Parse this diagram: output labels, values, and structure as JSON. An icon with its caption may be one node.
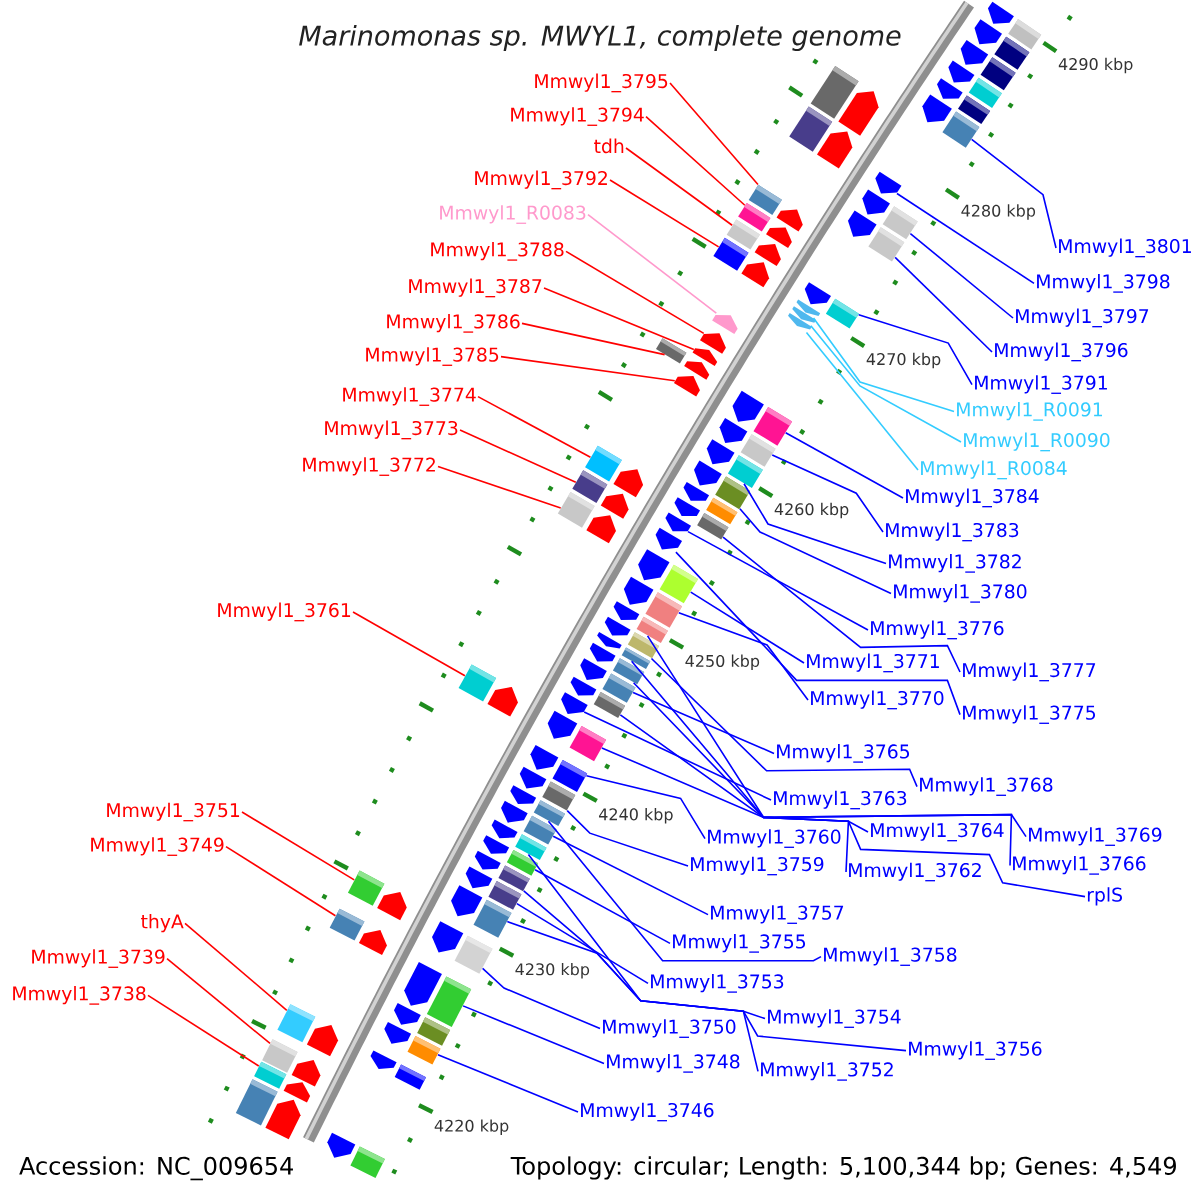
{
  "diagram": {
    "title": "Marinomonas sp. MWYL1, complete genome",
    "nodes": [
      {
        "text": [
          "Mmwyl1_3795"
        ]
      },
      {
        "text": [
          "Mmwyl1_3794"
        ]
      },
      {
        "text": [
          "tdh"
        ]
      },
      {
        "text": [
          "Mmwyl1_3792"
        ]
      },
      {
        "text": [
          "Mmwyl1_R0083"
        ]
      },
      {
        "text": [
          "Mmwyl1_3788"
        ]
      },
      {
        "text": [
          "Mmwyl1_3787"
        ]
      },
      {
        "text": [
          "Mmwyl1_3786"
        ]
      },
      {
        "text": [
          "Mmwyl1_3785"
        ]
      },
      {
        "text": [
          "Mmwyl1_3774"
        ]
      },
      {
        "text": [
          "Mmwyl1_3773"
        ]
      },
      {
        "text": [
          "Mmwyl1_3772"
        ]
      },
      {
        "text": [
          "Mmwyl1_3761"
        ]
      },
      {
        "text": [
          "Mmwyl1_3751"
        ]
      },
      {
        "text": [
          "Mmwyl1_3749"
        ]
      },
      {
        "text": [
          "thyA"
        ]
      },
      {
        "text": [
          "Mmwyl1_3739"
        ]
      },
      {
        "text": [
          "Mmwyl1_3738"
        ]
      },
      {
        "text": [
          "Mmwyl1_3801"
        ]
      },
      {
        "text": [
          "Mmwyl1_3798"
        ]
      },
      {
        "text": [
          "Mmwyl1_3797"
        ]
      },
      {
        "text": [
          "Mmwyl1_3796"
        ]
      },
      {
        "text": [
          "Mmwyl1_3791"
        ]
      },
      {
        "text": [
          "Mmwyl1_R0091"
        ]
      },
      {
        "text": [
          "Mmwyl1_R0090"
        ]
      },
      {
        "text": [
          "Mmwyl1_R0084"
        ]
      },
      {
        "text": [
          "Mmwyl1_3784"
        ]
      },
      {
        "text": [
          "Mmwyl1_3783"
        ]
      },
      {
        "text": [
          "Mmwyl1_3782"
        ]
      },
      {
        "text": [
          "Mmwyl1_3780"
        ]
      },
      {
        "text": [
          "Mmwyl1_3776"
        ]
      },
      {
        "text": [
          "Mmwyl1_3777"
        ]
      },
      {
        "text": [
          "Mmwyl1_3771"
        ]
      },
      {
        "text": [
          "Mmwyl1_3770"
        ]
      },
      {
        "text": [
          "Mmwyl1_3775"
        ]
      },
      {
        "text": [
          "Mmwyl1_3765"
        ]
      },
      {
        "text": [
          "Mmwyl1_3768"
        ]
      },
      {
        "text": [
          "Mmwyl1_3769"
        ]
      },
      {
        "text": [
          "Mmwyl1_3763"
        ]
      },
      {
        "text": [
          "Mmwyl1_3764"
        ]
      },
      {
        "text": [
          "Mmwyl1_3766"
        ]
      },
      {
        "text": [
          "rplS"
        ]
      },
      {
        "text": [
          "Mmwyl1_3760"
        ]
      },
      {
        "text": [
          "Mmwyl1_3762"
        ]
      },
      {
        "text": [
          "Mmwyl1_3759"
        ]
      },
      {
        "text": [
          "Mmwyl1_3757"
        ]
      },
      {
        "text": [
          "Mmwyl1_3755"
        ]
      },
      {
        "text": [
          "Mmwyl1_3758"
        ]
      },
      {
        "text": [
          "Mmwyl1_3753"
        ]
      },
      {
        "text": [
          "Mmwyl1_3754"
        ]
      },
      {
        "text": [
          "Mmwyl1_3756"
        ]
      },
      {
        "text": [
          "Mmwyl1_3750"
        ]
      },
      {
        "text": [
          "Mmwyl1_3748"
        ]
      },
      {
        "text": [
          "Mmwyl1_3752"
        ]
      },
      {
        "text": [
          "Mmwyl1_3746"
        ]
      },
      {
        "text": [],
        "shape": "arrow"
      },
      {
        "text": [],
        "shape": "arrow"
      },
      {
        "text": [],
        "shape": "arrow"
      },
      {
        "text": [],
        "shape": "arrow"
      },
      {
        "text": [],
        "shape": "arrow"
      },
      {
        "text": [],
        "shape": "arrow"
      },
      {
        "text": [],
        "shape": "arrow"
      },
      {
        "text": [],
        "shape": "arrow"
      },
      {
        "text": [],
        "shape": "arrow"
      },
      {
        "text": [],
        "shape": "arrow"
      },
      {
        "text": [],
        "shape": "arrow"
      },
      {
        "text": [],
        "shape": "arrow"
      },
      {
        "text": [],
        "shape": "arrow"
      },
      {
        "text": [],
        "shape": "arrow"
      },
      {
        "text": [],
        "shape": "arrow"
      },
      {
        "text": [],
        "shape": "arrow"
      },
      {
        "text": [],
        "shape": "arrow"
      },
      {
        "text": [],
        "shape": "arrow"
      },
      {
        "text": [],
        "shape": "arrow"
      },
      {
        "text": [],
        "shape": "arrow"
      },
      {
        "text": [],
        "shape": "arrow"
      },
      {
        "text": [],
        "shape": "arrow"
      },
      {
        "text": [],
        "shape": "arrow"
      },
      {
        "text": [],
        "shape": "arrow"
      },
      {
        "text": [],
        "shape": "arrow"
      },
      {
        "text": [],
        "shape": "arrow"
      },
      {
        "text": [],
        "shape": "arrow"
      },
      {
        "text": [],
        "shape": "arrow"
      },
      {
        "text": [],
        "shape": "arrow"
      },
      {
        "text": [],
        "shape": "arrow"
      },
      {
        "text": [],
        "shape": "arrow"
      },
      {
        "text": [],
        "shape": "arrow"
      },
      {
        "text": [],
        "shape": "arrow"
      },
      {
        "text": [],
        "shape": "arrow"
      },
      {
        "text": [],
        "shape": "arrow"
      },
      {
        "text": [],
        "shape": "arrow"
      },
      {
        "text": [],
        "shape": "arrow"
      },
      {
        "text": [],
        "shape": "arrow"
      },
      {
        "text": [],
        "shape": "arrow"
      },
      {
        "text": [],
        "shape": "arrow"
      },
      {
        "text": [],
        "shape": "arrow"
      },
      {
        "text": [],
        "shape": "arrow"
      },
      {
        "text": [],
        "shape": "arrow"
      },
      {
        "text": [],
        "shape": "arrow"
      },
      {
        "text": [],
        "shape": "arrow"
      },
      {
        "text": [],
        "shape": "arrow"
      },
      {
        "text": [],
        "shape": "arrow"
      },
      {
        "text": [],
        "shape": "arrow"
      },
      {
        "text": [],
        "shape": "arrow"
      },
      {
        "text": [],
        "shape": "arrow"
      },
      {
        "text": [],
        "shape": "arrow"
      },
      {
        "text": [],
        "shape": "arrow"
      },
      {
        "text": [],
        "shape": "arrow"
      },
      {
        "text": [],
        "shape": "arrow"
      },
      {
        "text": [],
        "shape": "arrow"
      },
      {
        "text": [],
        "shape": "arrow"
      },
      {
        "text": [],
        "shape": "arrow"
      },
      {
        "text": [],
        "shape": "arrow"
      },
      {
        "text": [],
        "shape": "arrow"
      },
      {
        "text": [],
        "shape": "arrow"
      },
      {
        "text": [],
        "shape": "arrow"
      },
      {
        "text": [],
        "shape": "arrow"
      },
      {
        "text": [],
        "shape": "arrow"
      },
      {
        "text": [],
        "shape": "arrow"
      },
      {
        "text": [],
        "shape": "arrow"
      },
      {
        "text": [],
        "shape": "arrow"
      },
      {
        "text": [],
        "shape": "arrow"
      }
    ],
    "edges": [
      {
        "from": 0,
        "to": 55,
        "arrow": "none",
        "color": "#ff0000"
      },
      {
        "from": 1,
        "to": 56,
        "arrow": "none",
        "color": "#ff0000"
      },
      {
        "from": 2,
        "to": 57,
        "arrow": "none",
        "color": "#ff0000"
      },
      {
        "from": 3,
        "to": 58,
        "arrow": "none",
        "color": "#ff0000"
      },
      {
        "from": 4,
        "to": 59,
        "arrow": "none",
        "color": "#ff99cc"
      },
      {
        "from": 5,
        "to": 60,
        "arrow": "none",
        "color": "#ff0000"
      },
      {
        "from": 6,
        "to": 61,
        "arrow": "none",
        "color": "#ff0000"
      },
      {
        "from": 7,
        "to": 62,
        "arrow": "none",
        "color": "#ff0000"
      },
      {
        "from": 8,
        "to": 63,
        "arrow": "none",
        "color": "#ff0000"
      },
      {
        "from": 9,
        "to": 64,
        "arrow": "none",
        "color": "#ff0000"
      },
      {
        "from": 10,
        "to": 65,
        "arrow": "none",
        "color": "#ff0000"
      },
      {
        "from": 11,
        "to": 66,
        "arrow": "none",
        "color": "#ff0000"
      },
      {
        "from": 12,
        "to": 67,
        "arrow": "none",
        "color": "#ff0000"
      },
      {
        "from": 13,
        "to": 68,
        "arrow": "none",
        "color": "#ff0000"
      },
      {
        "from": 14,
        "to": 69,
        "arrow": "none",
        "color": "#ff0000"
      },
      {
        "from": 15,
        "to": 70,
        "arrow": "none",
        "color": "#ff0000"
      },
      {
        "from": 16,
        "to": 71,
        "arrow": "none",
        "color": "#ff0000"
      },
      {
        "from": 17,
        "to": 72,
        "arrow": "none",
        "color": "#ff0000"
      },
      {
        "from": 18,
        "to": 73,
        "arrow": "none"
      },
      {
        "from": 19,
        "to": 74,
        "arrow": "none"
      },
      {
        "from": 20,
        "to": 75,
        "arrow": "none"
      },
      {
        "from": 21,
        "to": 76,
        "arrow": "none"
      },
      {
        "from": 22,
        "to": 77,
        "arrow": "none"
      },
      {
        "from": 23,
        "to": 78,
        "arrow": "none",
        "color": "#33ccff"
      },
      {
        "from": 24,
        "to": 79,
        "arrow": "none",
        "color": "#33ccff"
      },
      {
        "from": 25,
        "to": 80,
        "arrow": "none",
        "color": "#33ccff"
      },
      {
        "from": 26,
        "to": 81,
        "arrow": "none"
      },
      {
        "from": 27,
        "to": 82,
        "arrow": "none"
      },
      {
        "from": 28,
        "to": 83,
        "arrow": "none"
      },
      {
        "from": 29,
        "to": 84,
        "arrow": "none"
      },
      {
        "from": 30,
        "to": 85,
        "arrow": "none"
      },
      {
        "from": 31,
        "to": 86,
        "arrow": "none"
      },
      {
        "from": 32,
        "to": 87,
        "arrow": "none"
      },
      {
        "from": 33,
        "to": 88,
        "arrow": "none"
      },
      {
        "from": 34,
        "to": 89,
        "arrow": "none"
      },
      {
        "from": 35,
        "to": 90,
        "arrow": "none"
      },
      {
        "from": 36,
        "to": 91,
        "arrow": "none"
      },
      {
        "from": 37,
        "to": 92,
        "arrow": "none"
      },
      {
        "from": 38,
        "to": 93,
        "arrow": "none"
      },
      {
        "from": 39,
        "to": 94,
        "arrow": "none"
      },
      {
        "from": 40,
        "to": 95,
        "arrow": "none"
      },
      {
        "from": 41,
        "to": 96,
        "arrow": "none"
      },
      {
        "from": 42,
        "to": 97,
        "arrow": "none"
      },
      {
        "from": 43,
        "to": 98,
        "arrow": "none"
      },
      {
        "from": 44,
        "to": 99,
        "arrow": "none"
      },
      {
        "from": 45,
        "to": 100,
        "arrow": "none"
      },
      {
        "from": 46,
        "to": 101,
        "arrow": "none"
      },
      {
        "from": 47,
        "to": 102,
        "arrow": "none"
      },
      {
        "from": 48,
        "to": 103,
        "arrow": "none"
      },
      {
        "from": 49,
        "to": 104,
        "arrow": "none"
      },
      {
        "from": 50,
        "to": 105,
        "arrow": "none"
      },
      {
        "from": 51,
        "to": 106,
        "arrow": "none"
      },
      {
        "from": 52,
        "to": 107,
        "arrow": "none"
      },
      {
        "from": 53,
        "to": 108,
        "arrow": "none"
      },
      {
        "from": 54,
        "to": 109,
        "arrow": "none"
      }
    ],
    "labels": [
      "4290 kbp",
      "4280 kbp",
      "4270 kbp",
      "4260 kbp",
      "4250 kbp",
      "4240 kbp",
      "4230 kbp",
      "4220 kbp",
      "Accession: NC_009654",
      "Topology: circular; Length: 5,100,344 bp; Genes: 4,549"
    ]
  }
}
